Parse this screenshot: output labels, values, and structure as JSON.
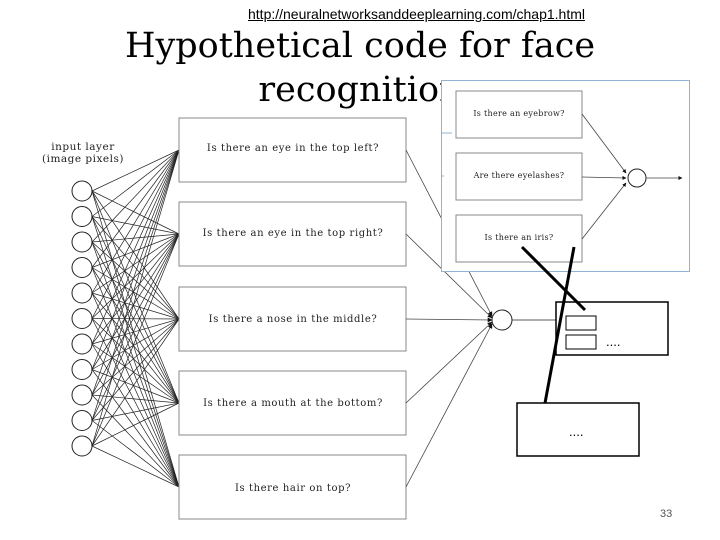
{
  "header": {
    "url": "http://neuralnetworksanddeeplearning.com/chap1.html",
    "title_line1": "Hypothetical code for face",
    "title_line2": "recognition"
  },
  "network": {
    "input_label_line1": "input layer",
    "input_label_line2": "(image pixels)",
    "input_neuron_count": 11,
    "questions": [
      "Is there an eye in the top left?",
      "Is there an eye in the top right?",
      "Is there a nose in the middle?",
      "Is there a mouth at the bottom?",
      "Is there hair on top?"
    ]
  },
  "sub_network": {
    "questions": [
      "Is there an eyebrow?",
      "Are there eyelashes?",
      "Is there an iris?"
    ]
  },
  "ellipsis_top": "....",
  "ellipsis_bottom": "....",
  "page_number": "33"
}
